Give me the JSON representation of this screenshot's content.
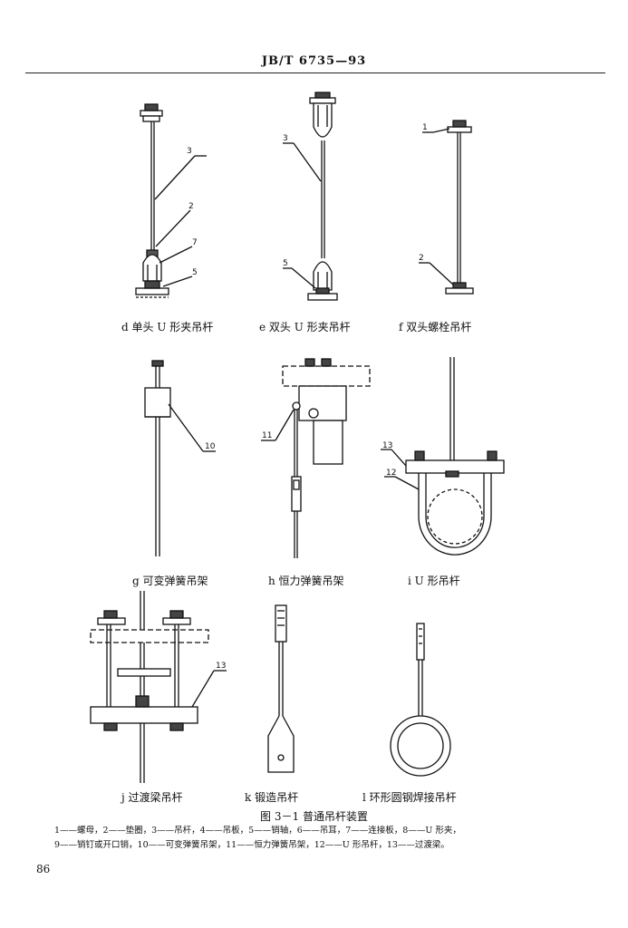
{
  "header": {
    "doc_code": "JB/T 6735—93"
  },
  "captions": {
    "d": "d   单头 U 形夹吊杆",
    "e": "e   双头 U 形夹吊杆",
    "f": "f   双头螺栓吊杆",
    "g": "g   可变弹簧吊架",
    "h": "h   恒力弹簧吊架",
    "i": "i   U 形吊杆",
    "j": "j   过渡梁吊杆",
    "k": "k   锻造吊杆",
    "l": "l   环形圆钢焊接吊杆"
  },
  "callouts": {
    "d_3": "3",
    "d_2": "2",
    "d_7": "7",
    "d_5": "5",
    "e_3": "3",
    "e_5": "5",
    "f_1": "1",
    "f_2": "2",
    "g_10": "10",
    "h_11": "11",
    "i_13": "13",
    "i_12": "12",
    "j_13": "13"
  },
  "figure_title": "图 3－1   普通吊杆装置",
  "legend": {
    "line1": "1——螺母，2——垫圈，3——吊杆，4——吊板，5——销轴，6——吊耳，7——连接板，8——U 形夹，",
    "line2": "9——销钉或开口销，10——可变弹簧吊架，11——恒力弹簧吊架，12——U 形吊杆，13——过渡梁。"
  },
  "page_number": "86"
}
